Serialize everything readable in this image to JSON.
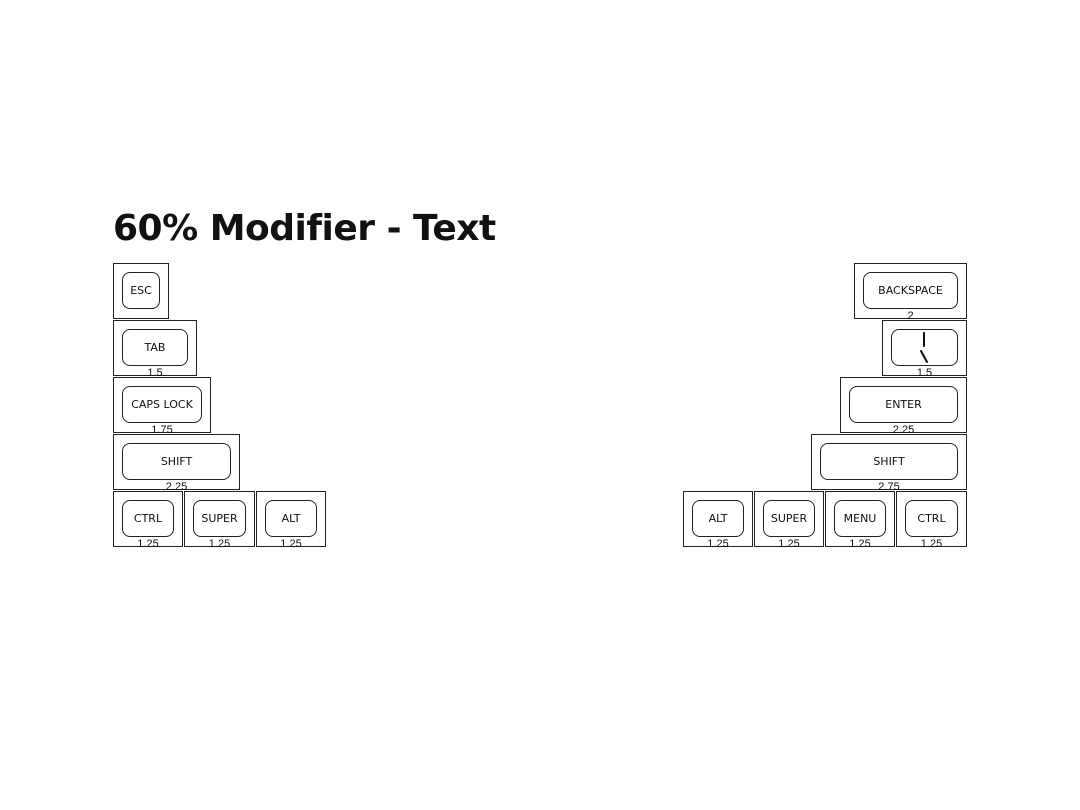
{
  "title": "60% Modifier - Text",
  "keys": {
    "esc": {
      "legend": "ESC"
    },
    "tab": {
      "legend": "TAB",
      "size": "1.5"
    },
    "caps_lock": {
      "legend": "CAPS LOCK",
      "size": "1.75"
    },
    "shift_left": {
      "legend": "SHIFT",
      "size": "2.25"
    },
    "ctrl_left": {
      "legend": "CTRL",
      "size": "1.25"
    },
    "super_left": {
      "legend": "SUPER",
      "size": "1.25"
    },
    "alt_left": {
      "legend": "ALT",
      "size": "1.25"
    },
    "backspace": {
      "legend": "BACKSPACE",
      "size": "2"
    },
    "backslash": {
      "size": "1.5"
    },
    "enter": {
      "legend": "ENTER",
      "size": "2.25"
    },
    "shift_right": {
      "legend": "SHIFT",
      "size": "2.75"
    },
    "alt_right": {
      "legend": "ALT",
      "size": "1.25"
    },
    "super_right": {
      "legend": "SUPER",
      "size": "1.25"
    },
    "menu": {
      "legend": "MENU",
      "size": "1.25"
    },
    "ctrl_right": {
      "legend": "CTRL",
      "size": "1.25"
    }
  }
}
